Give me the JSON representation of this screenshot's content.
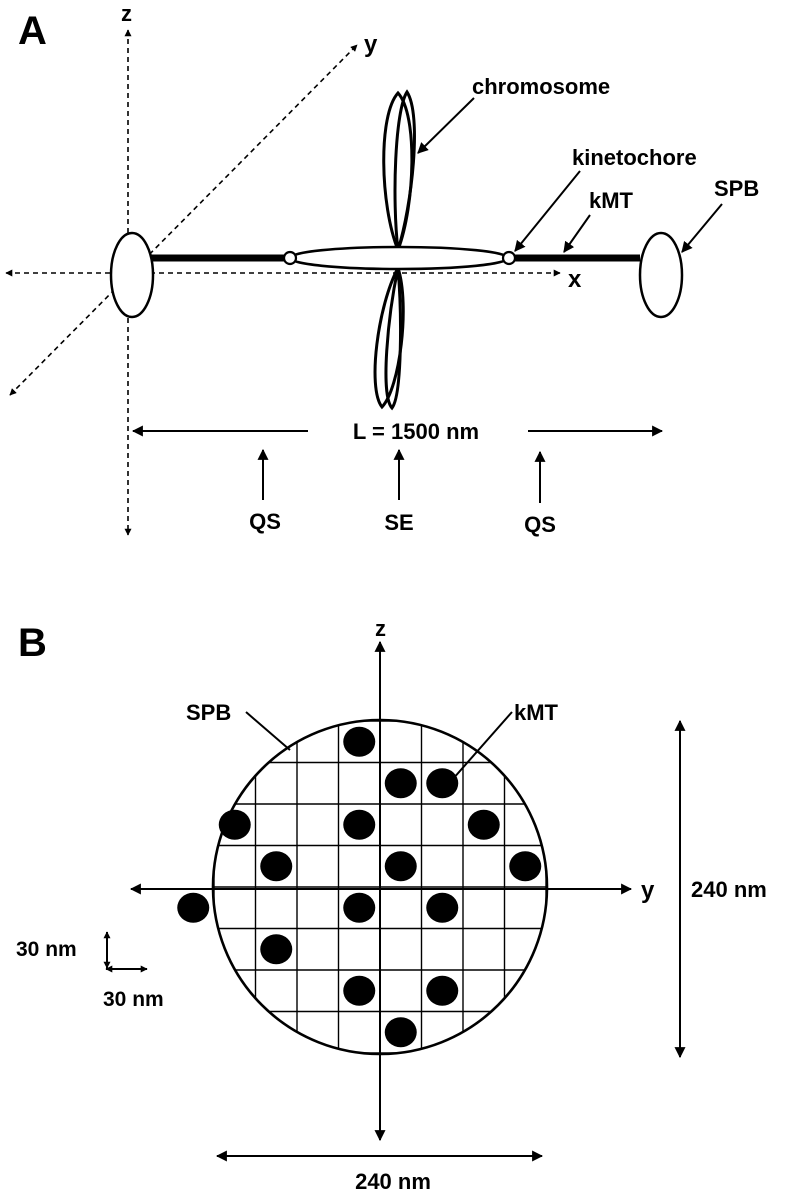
{
  "panel_a": {
    "letter": "A",
    "axis_z": "z",
    "axis_y": "y",
    "axis_x": "x",
    "chromosome": "chromosome",
    "kinetochore": "kinetochore",
    "kmt": "kMT",
    "spb": "SPB",
    "length": "L = 1500 nm",
    "qs_left": "QS",
    "se": "SE",
    "qs_right": "QS"
  },
  "panel_b": {
    "letter": "B",
    "axis_z": "z",
    "axis_y": "y",
    "spb": "SPB",
    "kmt": "kMT",
    "height": "240 nm",
    "width": "240 nm",
    "grid_v": "30 nm",
    "grid_h": "30 nm",
    "kmt_cells": [
      [
        0,
        -4
      ],
      [
        1,
        -3
      ],
      [
        2,
        -3
      ],
      [
        -3,
        -2
      ],
      [
        0,
        -2
      ],
      [
        3,
        -2
      ],
      [
        -2,
        -1
      ],
      [
        1,
        -1
      ],
      [
        4,
        -1
      ],
      [
        -4,
        0
      ],
      [
        0,
        0
      ],
      [
        2,
        0
      ],
      [
        -2,
        1
      ],
      [
        0,
        2
      ],
      [
        2,
        2
      ],
      [
        1,
        3
      ]
    ]
  }
}
